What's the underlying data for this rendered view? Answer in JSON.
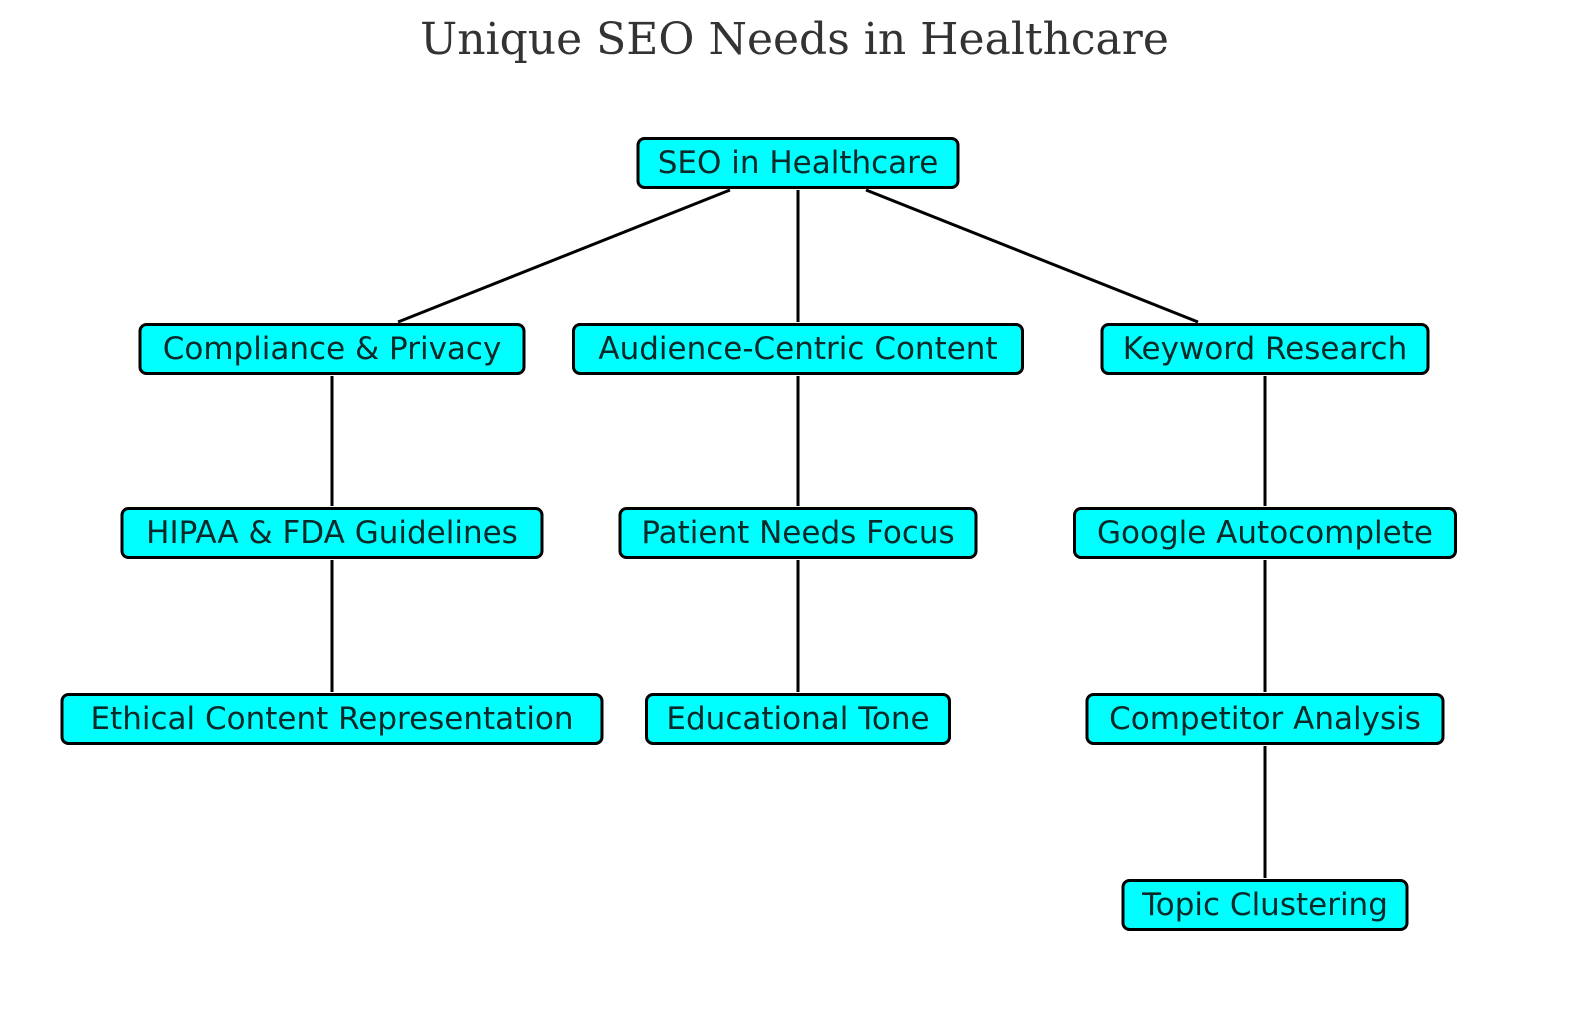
{
  "title": "Unique SEO Needs in Healthcare",
  "colors": {
    "node_fill": "#00ffff",
    "node_border": "#000000",
    "edge": "#000000",
    "title_text": "#333333"
  },
  "nodes": {
    "root": "SEO in Healthcare",
    "compliance": "Compliance & Privacy",
    "audience": "Audience-Centric Content",
    "keyword": "Keyword Research",
    "hipaa": "HIPAA & FDA Guidelines",
    "patient": "Patient Needs Focus",
    "google": "Google Autocomplete",
    "ethical": "Ethical Content Representation",
    "educational": "Educational Tone",
    "competitor": "Competitor Analysis",
    "topic": "Topic Clustering"
  },
  "edges": [
    [
      "root",
      "compliance"
    ],
    [
      "root",
      "audience"
    ],
    [
      "root",
      "keyword"
    ],
    [
      "compliance",
      "hipaa"
    ],
    [
      "hipaa",
      "ethical"
    ],
    [
      "audience",
      "patient"
    ],
    [
      "patient",
      "educational"
    ],
    [
      "keyword",
      "google"
    ],
    [
      "google",
      "competitor"
    ],
    [
      "competitor",
      "topic"
    ]
  ]
}
